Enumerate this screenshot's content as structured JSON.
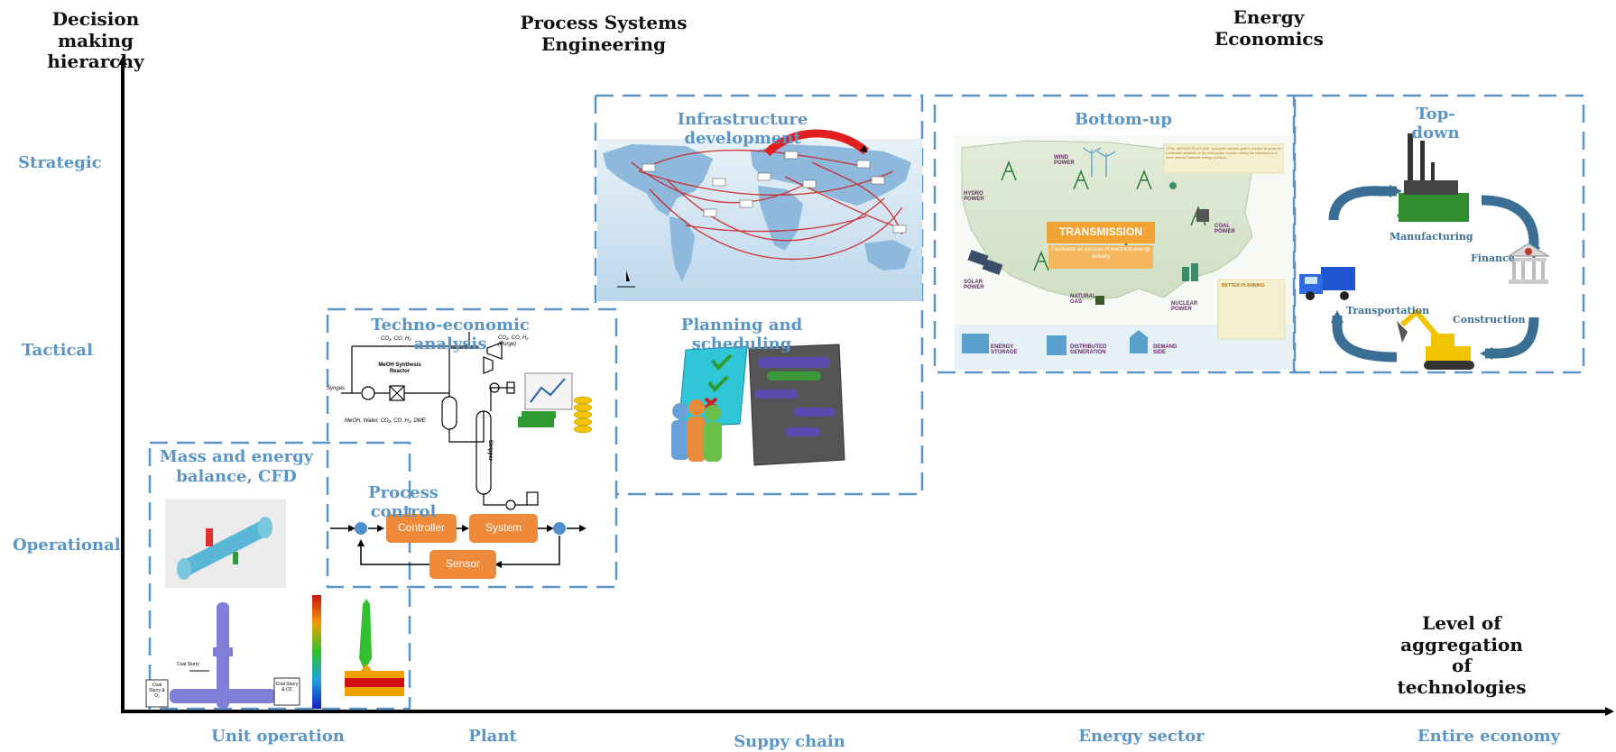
{
  "headers": {
    "y_axis": "Decision making hierarchy",
    "pse": "Process Systems Engineering",
    "energy_econ": "Energy Economics",
    "x_axis": "Level of aggregation of technologies"
  },
  "levels": [
    "Strategic",
    "Tactical",
    "Operational"
  ],
  "scopes": [
    "Unit operation",
    "Plant",
    "Suppy chain",
    "Energy sector",
    "Entire economy"
  ],
  "boxes": {
    "mass_energy": "Mass and energy balance, CFD",
    "techno_econ": "Techno-economic analysis",
    "process_control": "Process control",
    "infrastructure": "Infrastructure development",
    "planning": "Planning and scheduling",
    "bottom_up": "Bottom-up",
    "top_down": "Top-down"
  },
  "process_control": {
    "controller": "Controller",
    "system": "System",
    "sensor": "Sensor"
  },
  "top_down_cycle": {
    "manufacturing": "Manufacturing",
    "finance": "Finance",
    "construction": "Construction",
    "transportation": "Transportation"
  },
  "bottom_up_map": {
    "transmission": "TRANSMISSION",
    "transmission_sub": "Facilitates all sources of electrical energy delivery",
    "wind": "WIND POWER",
    "hydro": "HYDRO POWER",
    "solar": "SOLAR POWER",
    "coal": "COAL POWER",
    "gas": "NATURAL GAS",
    "nuclear": "NUCLEAR POWER",
    "storage": "ENERGY STORAGE",
    "distributed": "DISTRIBUTED GENERATION",
    "demand": "DEMAND SIDE",
    "vital": "VITAL INFRASTRUCTURE: A smarter electric grid is needed to promote continued reliability of the bulk power system during the transition to a more diverse national energy portfolio.",
    "better": "BETTER PLANNING"
  },
  "flowsheet": {
    "top_stream": "CO₂, CO, H₂",
    "purge": "CO₂, CO, H₂ (Purge)",
    "reactor": "MeOH Synthesis Reactor",
    "syngas": "Syngas",
    "bottom_stream": "MeOH, Water, CO₂, CO, H₂, DME",
    "stripper": "Stripper"
  },
  "reactor_labels": {
    "feed_left": "Coal Slurry & O₂",
    "feed_top": "Coal Slurry",
    "feed_right": "Coal Slurry & O2"
  },
  "colors": {
    "accent_blue": "#5b95c8",
    "orange": "#ee8a3a",
    "dark_arrow": "#3b6e94"
  }
}
